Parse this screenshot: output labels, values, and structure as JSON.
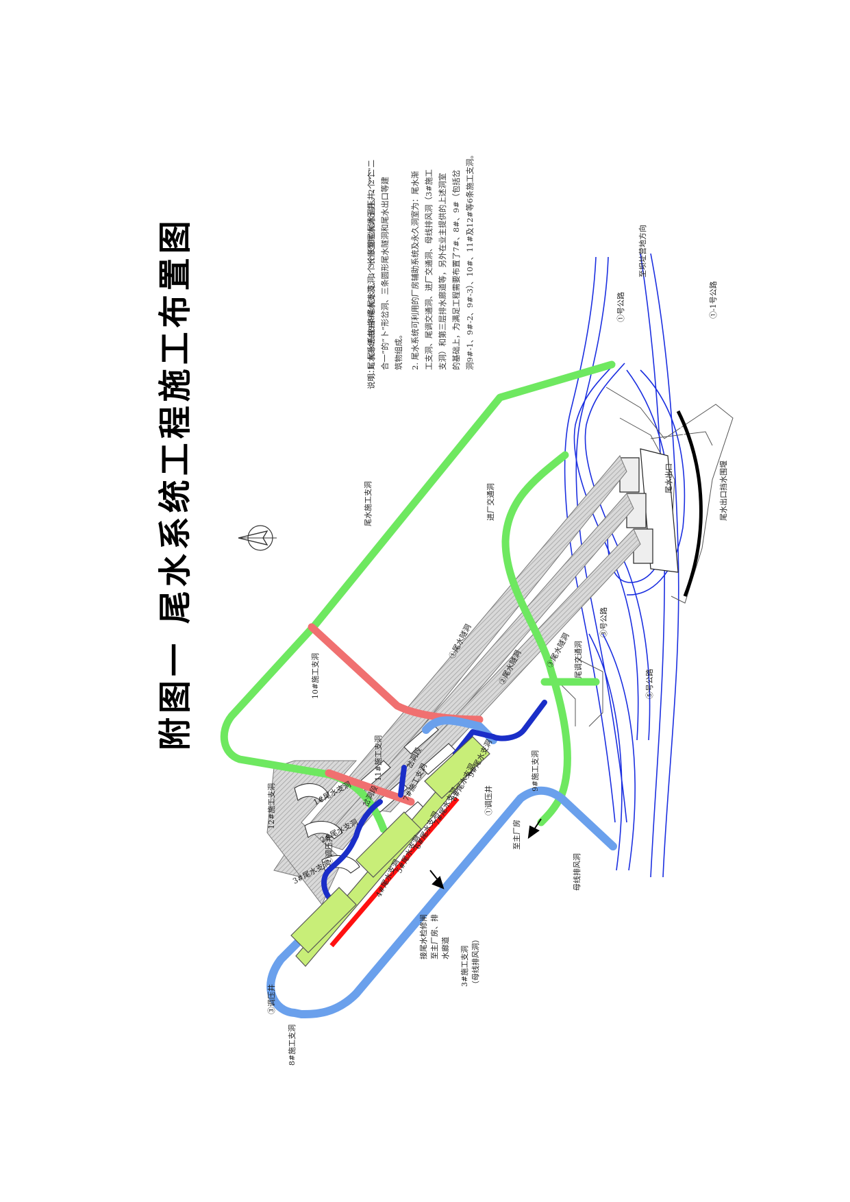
{
  "title": "附图一  尾水系统工程施工布置图",
  "notes": {
    "heading": "说明：",
    "line1a": "1. 尾水系统由9条尾水支洞、3个长廊型尾水调压井、2个“二",
    "line1b": "合一”的“卜”形岔洞、三条圆形尾水隧洞和尾水出口等建",
    "line1c": "筑物组成。",
    "line2a": "2. 尾水系统可利用的厂房辅助系统及永久洞室为：尾水渐",
    "line2b": "工支洞、尾调交通洞、进厂交通洞、母线排风洞（3#施工",
    "line2c": "支洞）和第三层排水廊道等，另外在业主提供的上述洞室",
    "line2d": "的基础上，为满足工程需要布置了7#、8#、9#（包括岔",
    "line2e": "洞9#-1、9#-2、9#-3）、10#、11#及12#等6条施工支洞。"
  },
  "labels": {
    "tailrace_tunnel_1": "①尾水隧洞",
    "tailrace_tunnel_2": "②尾水隧洞",
    "tailrace_tunnel_3": "③尾水隧洞",
    "surge_shaft_1": "①调压井",
    "surge_shaft_2": "②调压井",
    "surge_shaft_3": "③调压井",
    "tailrace_work_adit": "尾水施工支洞",
    "access_tunnel": "进厂交通洞",
    "surge_access": "尾调交通洞",
    "adit_10": "10#施工支洞",
    "adit_11": "11#施工支洞",
    "adit_12": "12#施工支洞",
    "adit_7": "7#施工支洞",
    "adit_8": "8#施工支洞",
    "adit_9": "9#施工支洞",
    "adit_3a": "3#施工支洞",
    "adit_3b": "（母线排风洞）",
    "busbar_vent": "母线排风洞",
    "to_powerhouse": "至主厂房",
    "drainage_a": "接尾水检修闸",
    "drainage_b": "至主厂房、排",
    "drainage_c": "水廊道",
    "outlet": "尾水出口",
    "outlet_gate": "尾水出口挡水围堰",
    "road_1": "①-1号公路",
    "road_2": "①号公路",
    "road_3": "③号公路",
    "road_4": "⑤号公路",
    "to_dam": "至坝址营地方向",
    "branch_1": "1#尾水支洞",
    "branch_2": "2#尾水支洞",
    "branch_3": "3#尾水支洞",
    "branch_4": "4#尾水支洞",
    "branch_5": "5#尾水支洞",
    "branch_6": "6#尾水支洞",
    "branch_7": "7#尾水支洞",
    "branch_8": "8#尾水支洞",
    "branch_9": "9#尾水支洞",
    "fork_1": "岔洞段",
    "fork_2": "岔洞段"
  },
  "colors": {
    "green": "#6ee860",
    "red": "#f07070",
    "blue_light": "#6aa0ec",
    "blue_dark": "#1a2ec8",
    "yellow": "#c8ee78",
    "river": "#1a2ee0",
    "bar": "#ff1010"
  }
}
